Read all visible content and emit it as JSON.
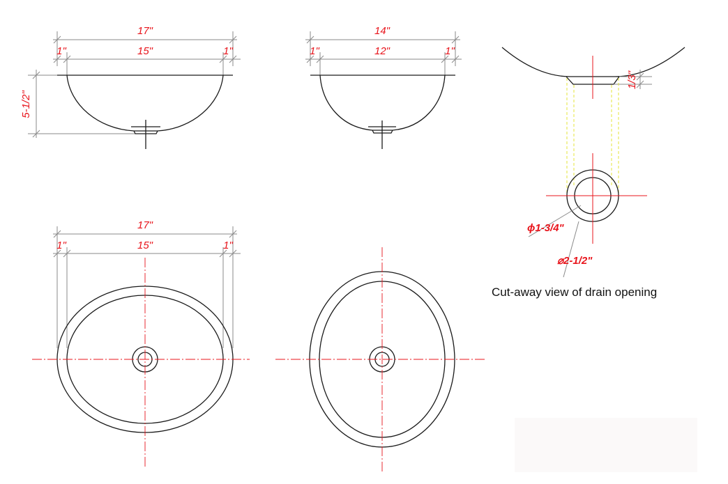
{
  "side_view_large": {
    "overall_width": "17\"",
    "inner_width": "15\"",
    "left_rim": "1\"",
    "right_rim": "1\"",
    "depth": "5-1/2\""
  },
  "side_view_small": {
    "overall_width": "14\"",
    "inner_width": "12\"",
    "left_rim": "1\"",
    "right_rim": "1\""
  },
  "top_view": {
    "overall_width": "17\"",
    "inner_width": "15\"",
    "left_rim": "1\"",
    "right_rim": "1\""
  },
  "drain_detail": {
    "bottom_thickness": "1/3\"",
    "inner_diameter": "ϕ1-3/4\"",
    "outer_diameter": "⌀2-1/2\"",
    "caption": "Cut-away view of drain opening"
  },
  "colors": {
    "dimension_text": "#e8141b",
    "centerline": "#e8141b",
    "projection": "#e4e63a",
    "outline": "#1a1a1a"
  }
}
